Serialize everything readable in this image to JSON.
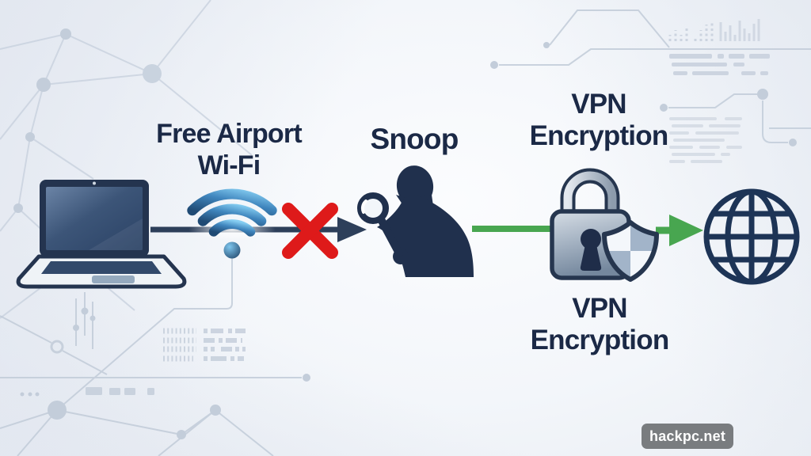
{
  "diagram": {
    "labels": {
      "wifi": {
        "line1": "Free Airport",
        "line2": "Wi-Fi"
      },
      "snoop": "Snoop",
      "vpn_top": {
        "line1": "VPN",
        "line2": "Encryption"
      },
      "vpn_bottom": {
        "line1": "VPN",
        "line2": "Encryption"
      }
    },
    "flow": [
      "laptop",
      "free-airport-wifi",
      "blocked-connection",
      "snoop",
      "vpn-encryption-lock-shield",
      "internet-globe"
    ],
    "icons": {
      "laptop": "laptop-icon",
      "wifi": "wifi-icon",
      "blocked": "red-x-icon",
      "snoop": "snoop-silhouette-icon",
      "magnifier": "magnifier-icon",
      "lock": "padlock-icon",
      "shield": "shield-check-icon",
      "globe": "globe-icon",
      "arrow_dark": "arrow-right-dark",
      "arrow_green": "arrow-right-green"
    }
  },
  "watermark": {
    "text": "hackpc.net"
  },
  "colors": {
    "navy": "#1b2946",
    "icon-navy": "#22334f",
    "red": "#de1a1a",
    "green": "#48a650",
    "deco": "#c6cfdc",
    "badge-bg": "#737679",
    "badge-text": "#ffffff"
  }
}
